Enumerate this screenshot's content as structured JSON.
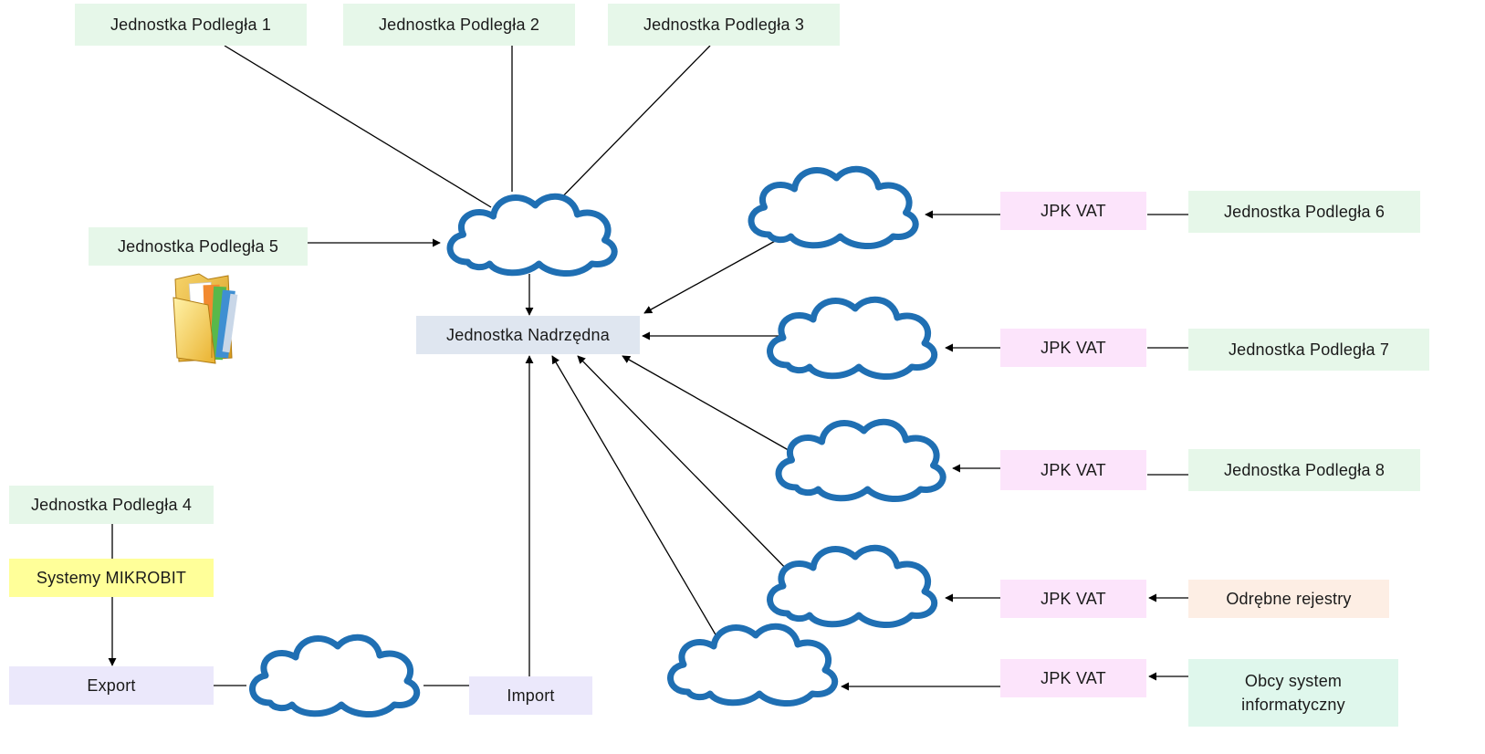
{
  "nodes": {
    "unit1": "Jednostka Podległa 1",
    "unit2": "Jednostka Podległa 2",
    "unit3": "Jednostka Podległa 3",
    "unit4": "Jednostka Podległa 4",
    "unit5": "Jednostka Podległa  5",
    "unit6": "Jednostka Podległa 6",
    "unit7": "Jednostka Podległa 7",
    "unit8": "Jednostka Podległa 8",
    "parent": "Jednostka Nadrzędna",
    "mikrobit": "Systemy MIKROBIT",
    "export": "Export",
    "import": "Import",
    "jpk1": "JPK  VAT",
    "jpk2": "JPK  VAT",
    "jpk3": "JPK  VAT",
    "jpk4": "JPK  VAT",
    "jpk5": "JPK  VAT",
    "separate_registers": "Odrębne rejestry",
    "foreign_system": "Obcy system\ninformatyczny"
  },
  "icons": {
    "cloud": "cloud-icon",
    "folder": "folder-icon"
  },
  "colors": {
    "cloud_stroke": "#1f6fb3",
    "line": "#000000"
  }
}
